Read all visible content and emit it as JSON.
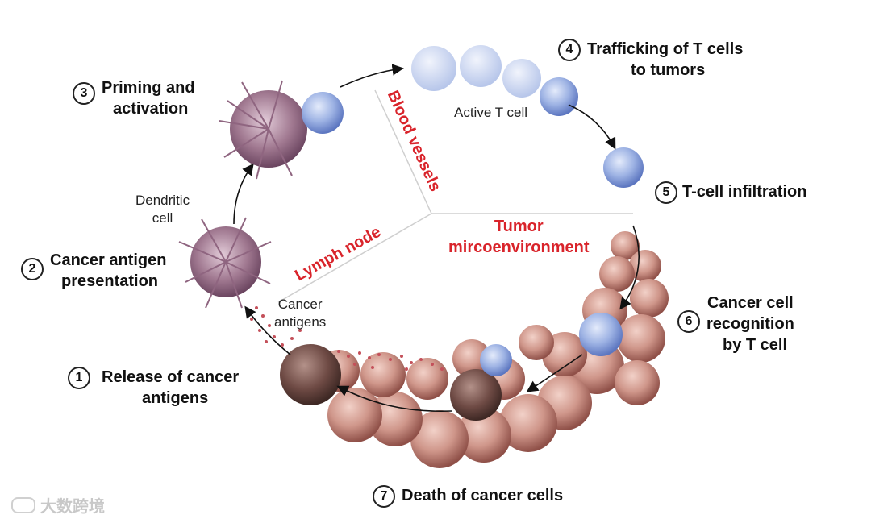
{
  "steps": [
    {
      "num": "1",
      "line1": "Release of cancer",
      "line2": "antigens"
    },
    {
      "num": "2",
      "line1": "Cancer antigen",
      "line2": "presentation"
    },
    {
      "num": "3",
      "line1": "Priming and",
      "line2": "activation"
    },
    {
      "num": "4",
      "line1": "Trafficking of T cells",
      "line2": "to tumors"
    },
    {
      "num": "5",
      "line1": "T-cell infiltration",
      "line2": ""
    },
    {
      "num": "6",
      "line1": "Cancer cell",
      "line2": "recognition",
      "line3": "by T cell"
    },
    {
      "num": "7",
      "line1": "Death of cancer cells",
      "line2": ""
    }
  ],
  "labels": {
    "dendritic_line1": "Dendritic",
    "dendritic_line2": "cell",
    "active_t_cell": "Active T cell",
    "cancer_antigens_line1": "Cancer",
    "cancer_antigens_line2": "antigens"
  },
  "regions": {
    "blood_vessels": "Blood vessels",
    "lymph_node": "Lymph node",
    "tumor_line1": "Tumor",
    "tumor_line2": "mircoenvironment"
  },
  "watermark": "大数跨境",
  "colors": {
    "region_label": "#d9242b",
    "dendritic_cell": "#a07890",
    "t_cell": "#7f9ad6",
    "cancer_cell": "#c98a80",
    "dying_cell": "#6e4a44",
    "antigen_dots": "#c4505a"
  }
}
